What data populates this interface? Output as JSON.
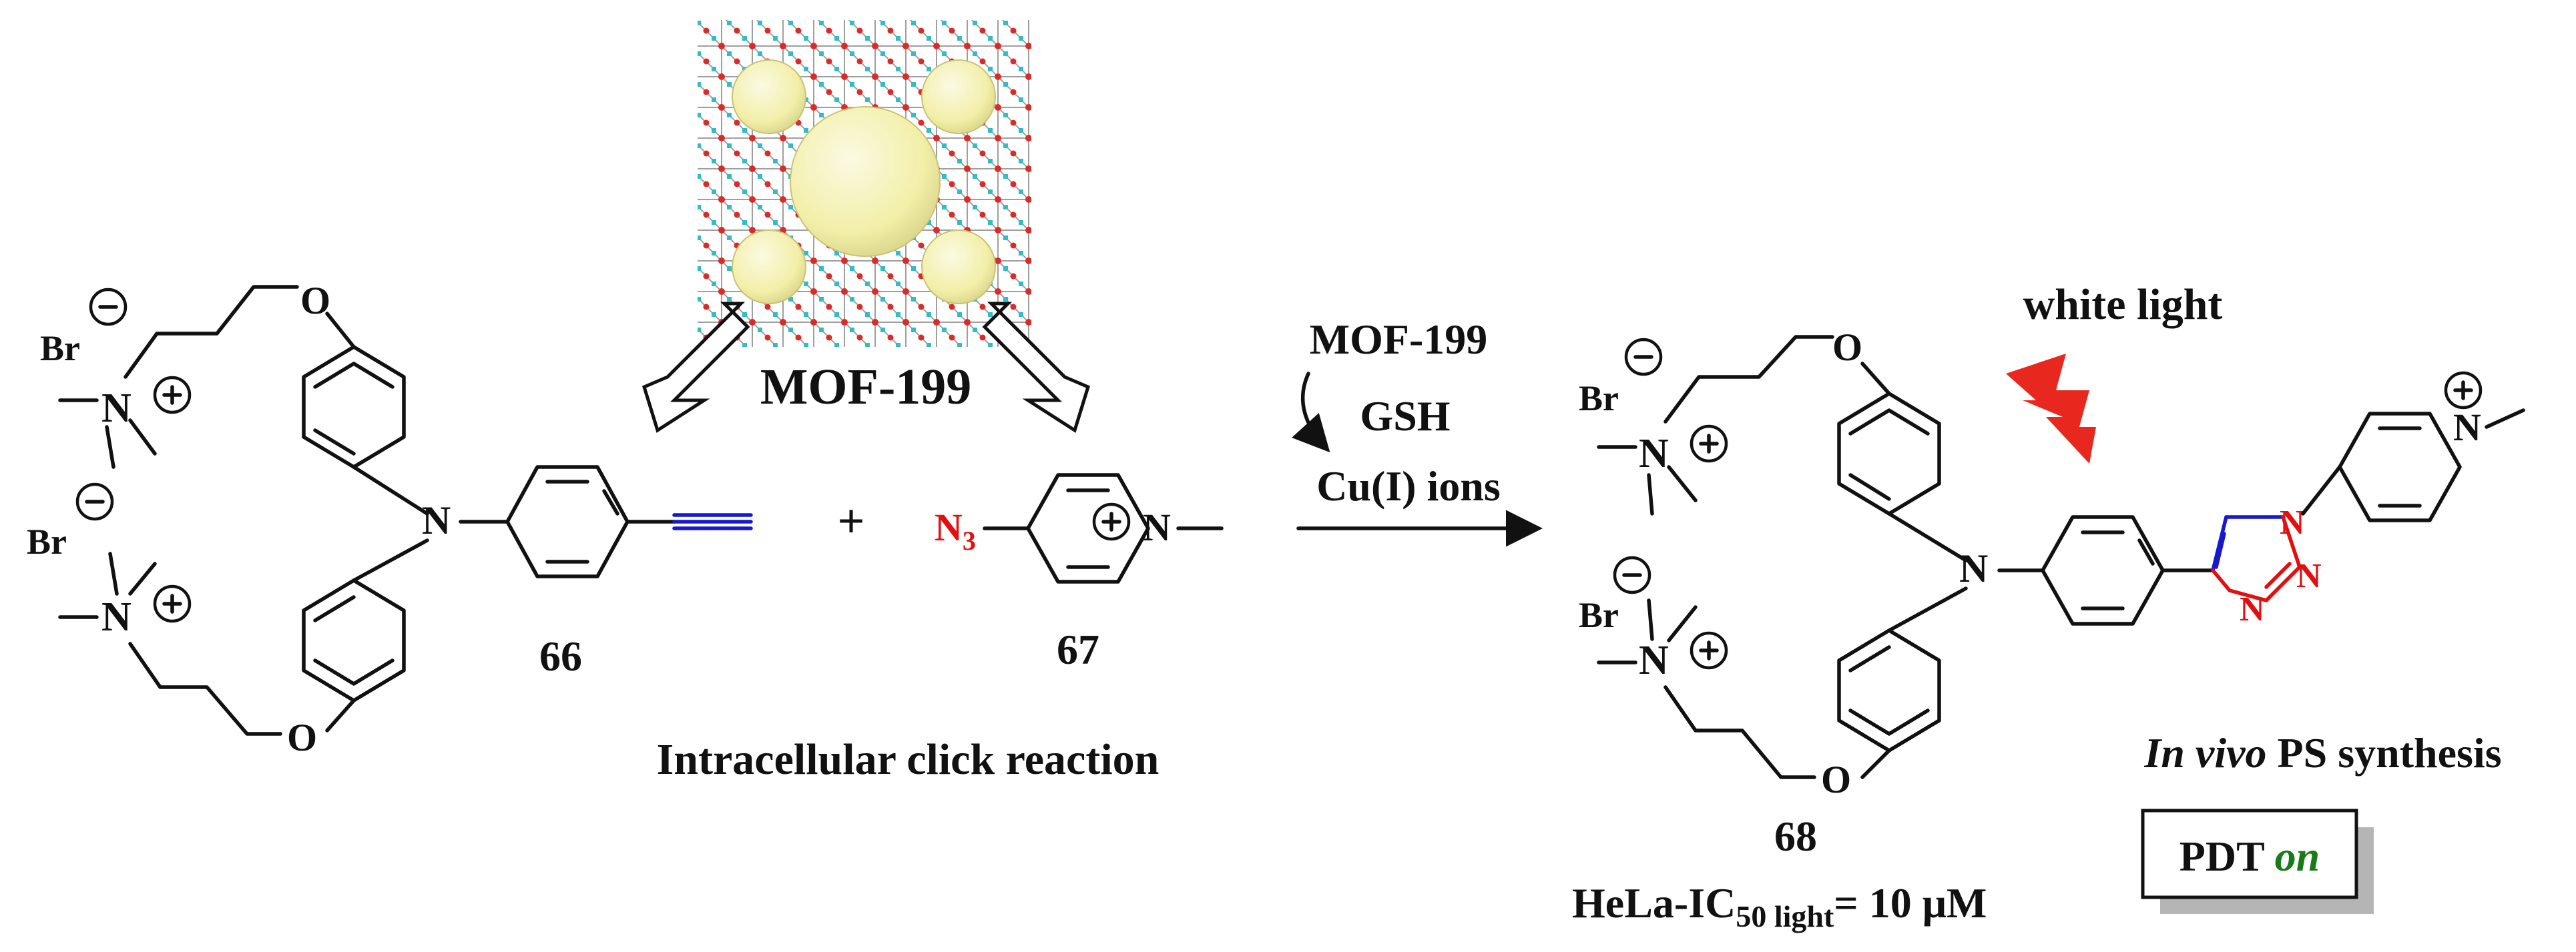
{
  "compounds": {
    "c66": {
      "number": "66"
    },
    "c67": {
      "number": "67",
      "azide_label": "N",
      "azide_subscript": "3"
    },
    "c68": {
      "number": "68"
    }
  },
  "atoms": {
    "bromide": "Br",
    "nitrogen": "N",
    "oxygen": "O"
  },
  "labels": {
    "mof_title": "MOF-199",
    "plus_sign": "+",
    "reaction_caption": "Intracellular click reaction",
    "conditions": [
      "MOF-199",
      "GSH",
      "Cu(I) ions"
    ],
    "white_light": "white light",
    "in_vivo_italic": "In vivo",
    "in_vivo_rest": " PS synthesis",
    "ic50_prefix": "HeLa-IC",
    "ic50_sub": "50 light",
    "ic50_value": "= 10 μM",
    "pdt_word": "PDT",
    "pdt_state": "on"
  },
  "colors": {
    "alkyne": "#1818d0",
    "azide": "#e01010",
    "lightning": "#e8281e",
    "pdt_on": "#1a7a1a",
    "mof_sphere": "#f2efa8",
    "mof_oxygen": "#d8201c",
    "mof_metal": "#27b8c4"
  },
  "icons": [
    "hollow-arrow-icon",
    "lightning-icon",
    "reaction-arrow-icon",
    "curved-arrow-icon"
  ]
}
